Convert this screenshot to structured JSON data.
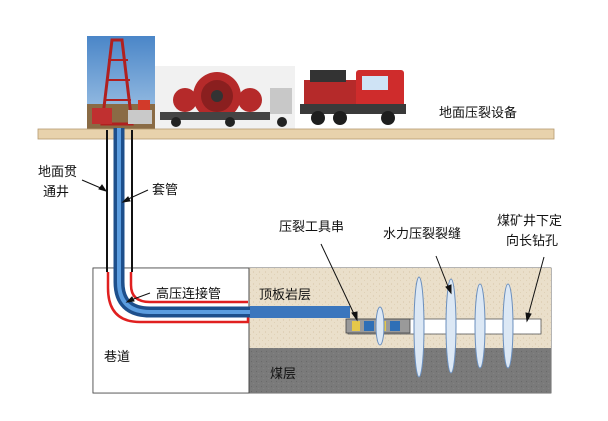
{
  "labels": {
    "surface_equipment": "地面压裂设备",
    "surface_well_line1": "地面贯",
    "surface_well_line2": "通井",
    "casing": "套管",
    "frac_tool_string": "压裂工具串",
    "hydraulic_fracture": "水力压裂裂缝",
    "borehole_line1": "煤矿井下定",
    "borehole_line2": "向长钻孔",
    "hp_connection_pipe": "高压连接管",
    "roof_rock": "顶板岩层",
    "roadway": "巷道",
    "coal_seam": "煤层"
  },
  "colors": {
    "ground_surface": "#e8d2ac",
    "rock_layer": "#eadfca",
    "coal_seam": "#7a7a7a",
    "casing_blue": "#2f6fb6",
    "hp_pipe_red": "#e02020",
    "borehole_fill": "#ffffff",
    "fracture_blue": "#8fb0d8"
  },
  "icons": [
    "drilling-rig-photo",
    "coiled-tubing-truck-photo",
    "fracturing-pump-truck-photo"
  ]
}
